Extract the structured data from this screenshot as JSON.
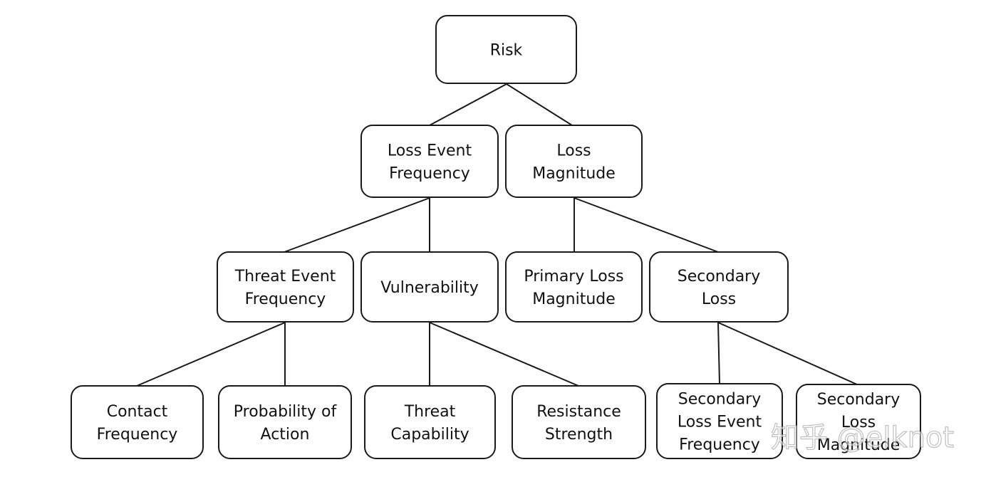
{
  "nodes": {
    "risk": [
      "Risk"
    ],
    "loss_event_frequency": [
      "Loss  Event",
      "Frequency"
    ],
    "loss_magnitude": [
      "Loss",
      "Magnitude"
    ],
    "threat_event_frequency": [
      "Threat  Event",
      "Frequency"
    ],
    "vulnerability": [
      "Vulnerability"
    ],
    "primary_loss_magnitude": [
      "Primary Loss",
      "Magnitude"
    ],
    "secondary_loss": [
      "Secondary",
      "Loss"
    ],
    "contact_frequency": [
      "Contact",
      "Frequency"
    ],
    "probability_of_action": [
      "Probability of",
      "Action"
    ],
    "threat_capability": [
      "Threat",
      "Capability"
    ],
    "resistance_strength": [
      "Resistance",
      "Strength"
    ],
    "secondary_loss_event_frequency": [
      "Secondary",
      "Loss Event",
      "Frequency"
    ],
    "secondary_loss_magnitude": [
      "Secondary",
      "Loss",
      "Magnitude"
    ]
  },
  "edges": [
    [
      "risk",
      "loss_event_frequency"
    ],
    [
      "risk",
      "loss_magnitude"
    ],
    [
      "loss_event_frequency",
      "threat_event_frequency"
    ],
    [
      "loss_event_frequency",
      "vulnerability"
    ],
    [
      "loss_magnitude",
      "primary_loss_magnitude"
    ],
    [
      "loss_magnitude",
      "secondary_loss"
    ],
    [
      "threat_event_frequency",
      "contact_frequency"
    ],
    [
      "threat_event_frequency",
      "probability_of_action"
    ],
    [
      "vulnerability",
      "threat_capability"
    ],
    [
      "vulnerability",
      "resistance_strength"
    ],
    [
      "secondary_loss",
      "secondary_loss_event_frequency"
    ],
    [
      "secondary_loss",
      "secondary_loss_magnitude"
    ]
  ],
  "watermark": "知乎 @elknot"
}
